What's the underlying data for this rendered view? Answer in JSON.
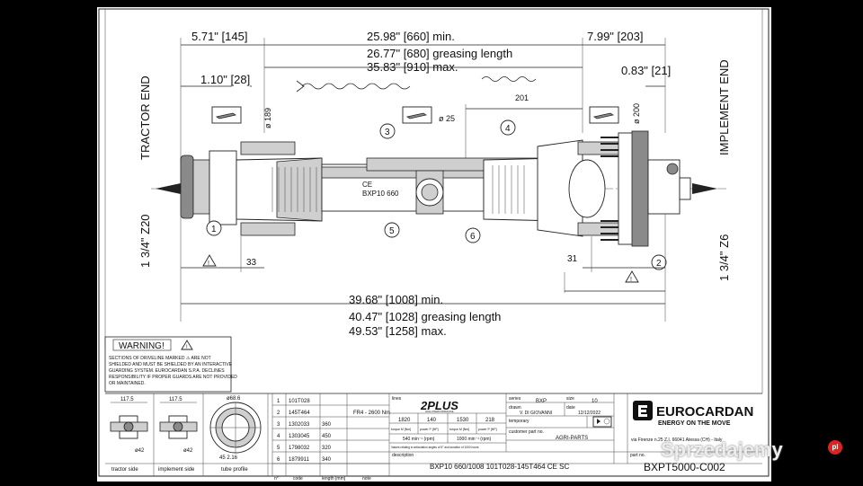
{
  "dims": {
    "top_left": "5.71\" [145]",
    "top_center_min": "25.98\" [660] min.",
    "top_right": "7.99\" [203]",
    "greasing_top": "26.77\" [680] greasing length",
    "max_top": "35.83\" [910] max.",
    "left_offset": "1.10\" [28]",
    "right_offset": "0.83\" [21]",
    "d189": "ø 189",
    "d200": "ø 200",
    "d25": "ø 25",
    "len201": "201",
    "left_33": "33",
    "right_31": "31",
    "bottom_min": "39.68\" [1008] min.",
    "bottom_greasing": "40.47\" [1028] greasing length",
    "bottom_max": "49.53\" [1258] max."
  },
  "ends": {
    "tractor_label": "TRACTOR END",
    "tractor_spline": "1 3/4\" Z20",
    "implement_label": "IMPLEMENT END",
    "implement_spline": "1 3/4\" Z6"
  },
  "callouts": [
    "1",
    "2",
    "3",
    "4",
    "5",
    "6"
  ],
  "shaft_marking": {
    "line1": "CE",
    "line2": "BXP10 660"
  },
  "warning": {
    "title": "WARNING!",
    "lines": [
      "SECTIONS OF DRIVELINE MARKED  ⚠  ARE NOT",
      "SHIELDED AND MUST BE SHIELDED BY AN INTERACTIVE",
      "GUARDING SYSTEM.  EUROCARDAN S.P.A. DECLINES",
      "RESPONSIBILITY IF PROPER GUARDS ARE NOT PROVIDED",
      "OR MAINTAINED."
    ]
  },
  "views": {
    "tractor_side": {
      "label": "tractor side",
      "width": "117.5",
      "dia": "ø42"
    },
    "implement_side": {
      "label": "implement side",
      "width": "117.5",
      "dia": "ø42"
    },
    "tube_profile": {
      "label": "tube profile",
      "dia": "ø68.6",
      "dims": "45  2.16"
    }
  },
  "parts_table": {
    "headers": [
      "n°",
      "code",
      "length [mm]",
      "note"
    ],
    "rows": [
      [
        "1",
        "101T028",
        "",
        ""
      ],
      [
        "2",
        "145T464",
        "",
        "FR4 - 2600 Nm"
      ],
      [
        "3",
        "1302033",
        "360",
        ""
      ],
      [
        "4",
        "1303045",
        "450",
        ""
      ],
      [
        "5",
        "1798032",
        "320",
        ""
      ],
      [
        "6",
        "1879911",
        "340",
        ""
      ]
    ]
  },
  "title_block": {
    "lines_label": "lines",
    "logo_text": "2PLUS",
    "logo_sub": "HIGH PERFORMANCE",
    "specs": [
      "1820",
      "140",
      "1530",
      "218"
    ],
    "spec_labels": [
      "torque M [Nm]",
      "power P [HP]",
      "torque M [Nm]",
      "power P [HP]"
    ],
    "rpm": [
      "540 min⁻¹ (rpm)",
      "1000 min⁻¹ (rpm)"
    ],
    "note": "Values relating to articulation angles of 5° and duration of 1000 hours",
    "series_label": "series",
    "series": "BXP",
    "size_label": "size",
    "size": "10",
    "drawn_label": "drawn",
    "drawn": "V. DI GIOVANNI",
    "date_label": "date",
    "date": "12/12/2022",
    "temporary_label": "temporary",
    "customer_label": "customer part no.",
    "customer": "AGRI-PARTS",
    "description_label": "description",
    "description": "BXP10 660/1008 101T028-145T464 CE SC",
    "part_label": "part no.",
    "part_no": "BXPT5000-C002"
  },
  "company": {
    "name": "EUROCARDAN",
    "tagline": "ENERGY ON THE MOVE",
    "address": "via Firenze n.25 Z.I. 66041 Atessa (CH) - Italy"
  },
  "watermark": {
    "text": "Sprzedajemy",
    "badge": "pl"
  }
}
